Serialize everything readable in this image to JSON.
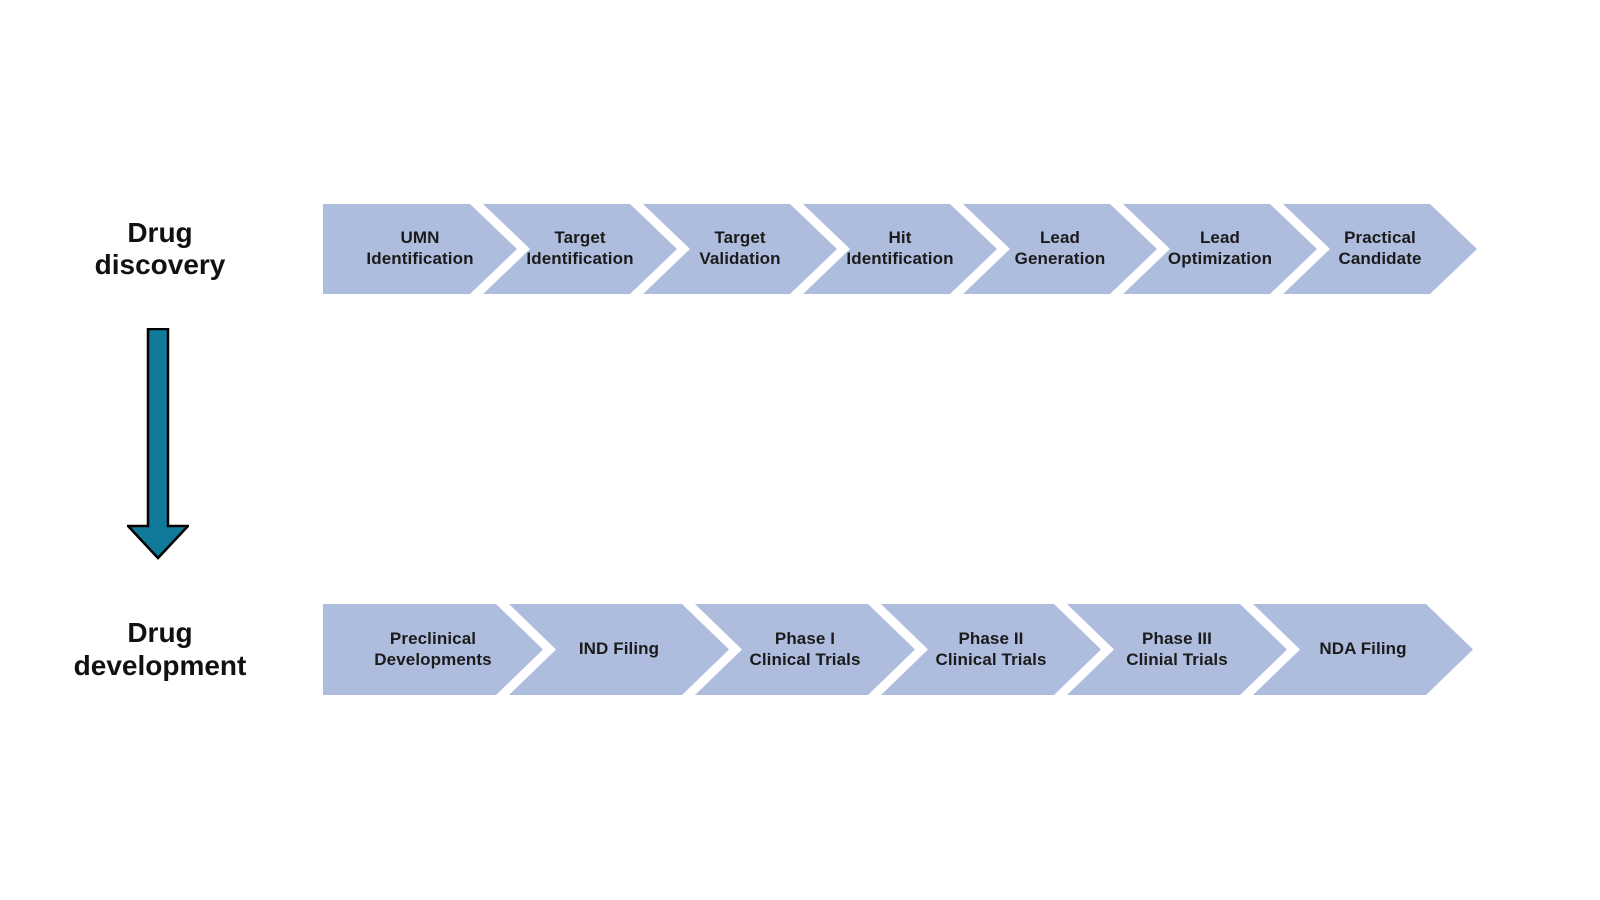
{
  "colors": {
    "background": "#ffffff",
    "chevron_fill": "#aebcde",
    "stage_text": "#1b1b1b",
    "row_label_text": "#111111",
    "arrow_fill": "#107a9b",
    "arrow_outline": "#000000"
  },
  "diagram": {
    "rows": [
      {
        "label": "Drug\ndiscovery",
        "stages": [
          {
            "label": "UMN\nIdentification"
          },
          {
            "label": "Target\nIdentification"
          },
          {
            "label": "Target\nValidation"
          },
          {
            "label": "Hit\nIdentification"
          },
          {
            "label": "Lead\nGeneration"
          },
          {
            "label": "Lead\nOptimization"
          },
          {
            "label": "Practical\nCandidate"
          }
        ]
      },
      {
        "label": "Drug\ndevelopment",
        "stages": [
          {
            "label": "Preclinical\nDevelopments"
          },
          {
            "label": "IND Filing"
          },
          {
            "label": "Phase I\nClinical Trials"
          },
          {
            "label": "Phase II\nClinical Trials"
          },
          {
            "label": "Phase III\nClinial Trials"
          },
          {
            "label": "NDA Filing"
          }
        ]
      }
    ],
    "connector": {
      "icon": "down-arrow-icon"
    }
  }
}
